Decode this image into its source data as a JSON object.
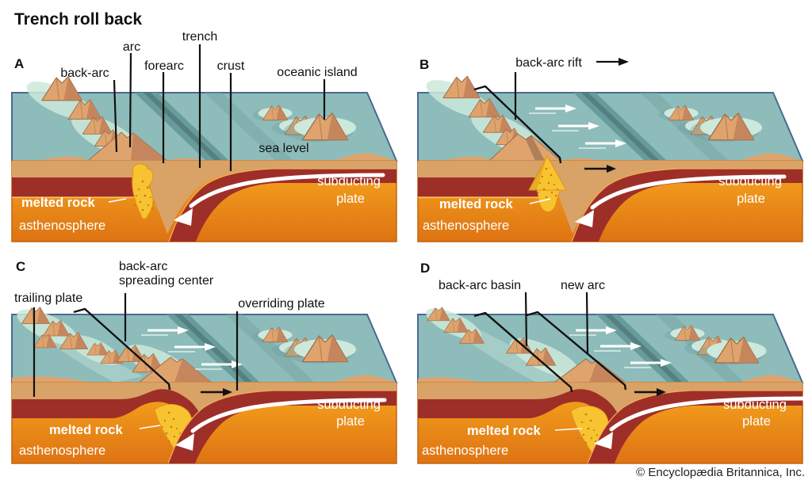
{
  "title": "Trench roll back",
  "copyright": "© Encyclopædia Britannica, Inc.",
  "colors": {
    "sea": "#8dbcba",
    "trench_band": "#679c9b",
    "trench_core": "#55807f",
    "shallow_halo": "#cde9db",
    "island_tan": "#dfa46d",
    "island_shade": "#c2815a",
    "crust_tan": "#d9a266",
    "plate_red": "#9e2f28",
    "asthenosphere_top": "#f6a51f",
    "asthenosphere_bottom": "#de7313",
    "melt_yellow": "#f8c330",
    "block_outline": "#4a6a92",
    "label_black": "#111111",
    "label_white": "#ffffff"
  },
  "panels": [
    {
      "letter": "A",
      "labels": {
        "back_arc": "back-arc",
        "arc": "arc",
        "forearc": "forearc",
        "trench": "trench",
        "crust": "crust",
        "oceanic_island": "oceanic island",
        "sea_level": "sea level",
        "melted_rock": "melted rock",
        "asthenosphere": "asthenosphere",
        "subducting": "subducting",
        "plate": "plate"
      }
    },
    {
      "letter": "B",
      "labels": {
        "back_arc_rift": "back-arc rift",
        "melted_rock": "melted rock",
        "asthenosphere": "asthenosphere",
        "subducting": "subducting",
        "plate": "plate"
      }
    },
    {
      "letter": "C",
      "labels": {
        "trailing_plate": "trailing plate",
        "spreading_1": "back-arc",
        "spreading_2": "spreading center",
        "overriding_plate": "overriding plate",
        "melted_rock": "melted rock",
        "asthenosphere": "asthenosphere",
        "subducting": "subducting",
        "plate": "plate"
      }
    },
    {
      "letter": "D",
      "labels": {
        "back_arc_basin": "back-arc basin",
        "new_arc": "new arc",
        "melted_rock": "melted rock",
        "asthenosphere": "asthenosphere",
        "subducting": "subducting",
        "plate": "plate"
      }
    }
  ]
}
